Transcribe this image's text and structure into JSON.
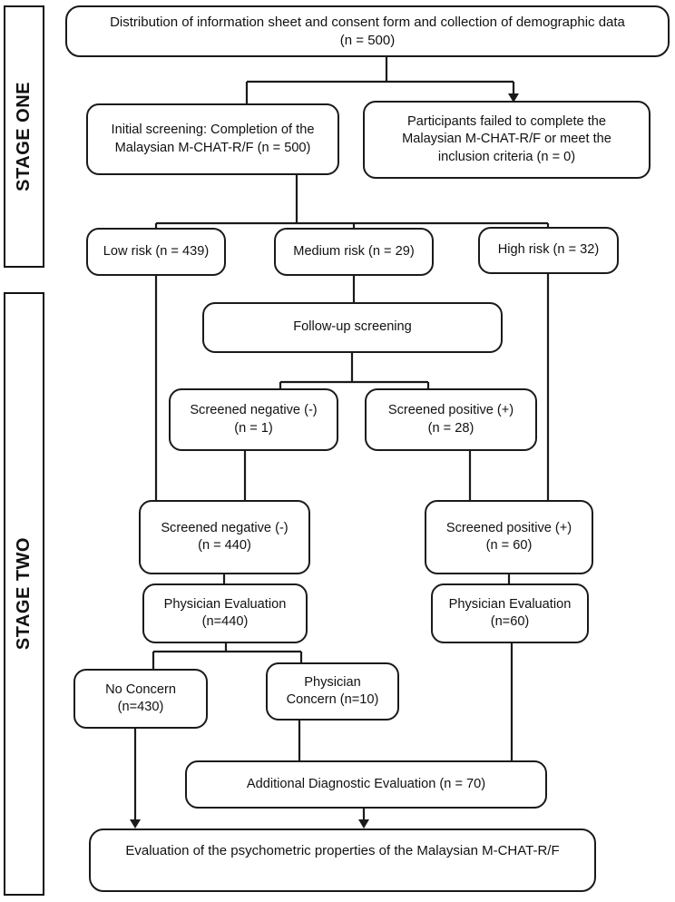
{
  "figure": {
    "type": "flowchart",
    "description": "Two-stage screening flow diagram for the Malaysian M-CHAT-R/F study"
  },
  "stages": {
    "one": {
      "label": "STAGE ONE"
    },
    "two": {
      "label": "STAGE TWO"
    }
  },
  "nodes": {
    "distribution": {
      "line1": "Distribution of information sheet and consent form and collection of demographic data",
      "line2": "(n = 500)"
    },
    "initial_screening": {
      "line1": "Initial screening: Completion of the",
      "line2": "Malaysian M-CHAT-R/F (n = 500)"
    },
    "failed": {
      "line1": "Participants failed to complete the",
      "line2": "Malaysian M-CHAT-R/F or meet the",
      "line3": "inclusion criteria (n = 0)"
    },
    "low_risk": {
      "line1": "Low risk (n = 439)"
    },
    "medium_risk": {
      "line1": "Medium risk (n = 29)"
    },
    "high_risk": {
      "line1": "High risk (n = 32)"
    },
    "follow_up": {
      "line1": "Follow-up screening"
    },
    "screened_negative_1": {
      "line1": "Screened negative (-)",
      "line2": "(n = 1)"
    },
    "screened_positive_28": {
      "line1": "Screened positive (+)",
      "line2": "(n = 28)"
    },
    "screened_negative_440": {
      "line1": "Screened negative (-)",
      "line2": "(n = 440)"
    },
    "screened_positive_60": {
      "line1": "Screened positive (+)",
      "line2": "(n = 60)"
    },
    "physician_eval_440": {
      "line1": "Physician Evaluation",
      "line2": "(n=440)"
    },
    "physician_eval_60": {
      "line1": "Physician Evaluation",
      "line2": "(n=60)"
    },
    "no_concern": {
      "line1": "No Concern",
      "line2": "(n=430)"
    },
    "physician_concern": {
      "line1": "Physician",
      "line2": "Concern (n=10)"
    },
    "additional_eval": {
      "line1": "Additional Diagnostic Evaluation (n = 70)"
    },
    "psychometric_eval": {
      "line1": "Evaluation of the psychometric properties of the Malaysian M-CHAT-R/F"
    }
  },
  "colors": {
    "border": "#1a1a1a",
    "line": "#1a1a1a",
    "background": "#ffffff",
    "text": "#111111"
  }
}
